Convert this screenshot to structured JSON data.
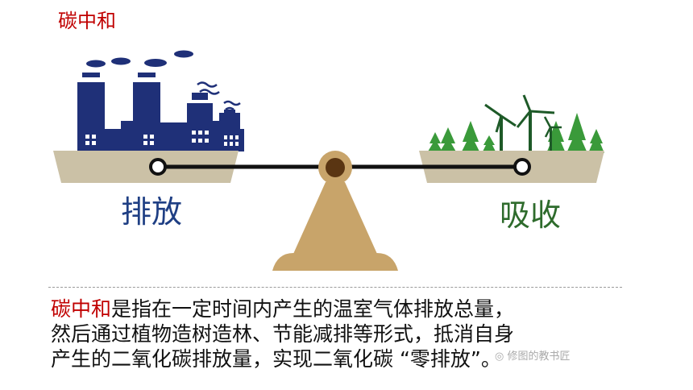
{
  "title": "碳中和",
  "left_label": "排放",
  "right_label": "吸收",
  "paragraph": {
    "highlight": "碳中和",
    "line1_rest": "是指在一定时间内产生的温室气体排放总量，",
    "line2": "然后通过植物造树造林、节能减排等形式，抵消自身",
    "line3": "产生的二氧化碳排放量，实现二氧化碳 “零排放”。"
  },
  "watermark": "修图的教书匠",
  "colors": {
    "title_red": "#c00000",
    "factory_blue": "#1f3078",
    "tree_green": "#3a9a3a",
    "turbine_green": "#1e5a28",
    "pan_beige": "#cbc1a6",
    "fulcrum_gold": "#c8a46a",
    "pivot_brown": "#5a3512"
  },
  "icons": [
    "factory-icon",
    "cloud-icon",
    "tree-icon",
    "wind-turbine-icon",
    "balance-scale-icon"
  ]
}
